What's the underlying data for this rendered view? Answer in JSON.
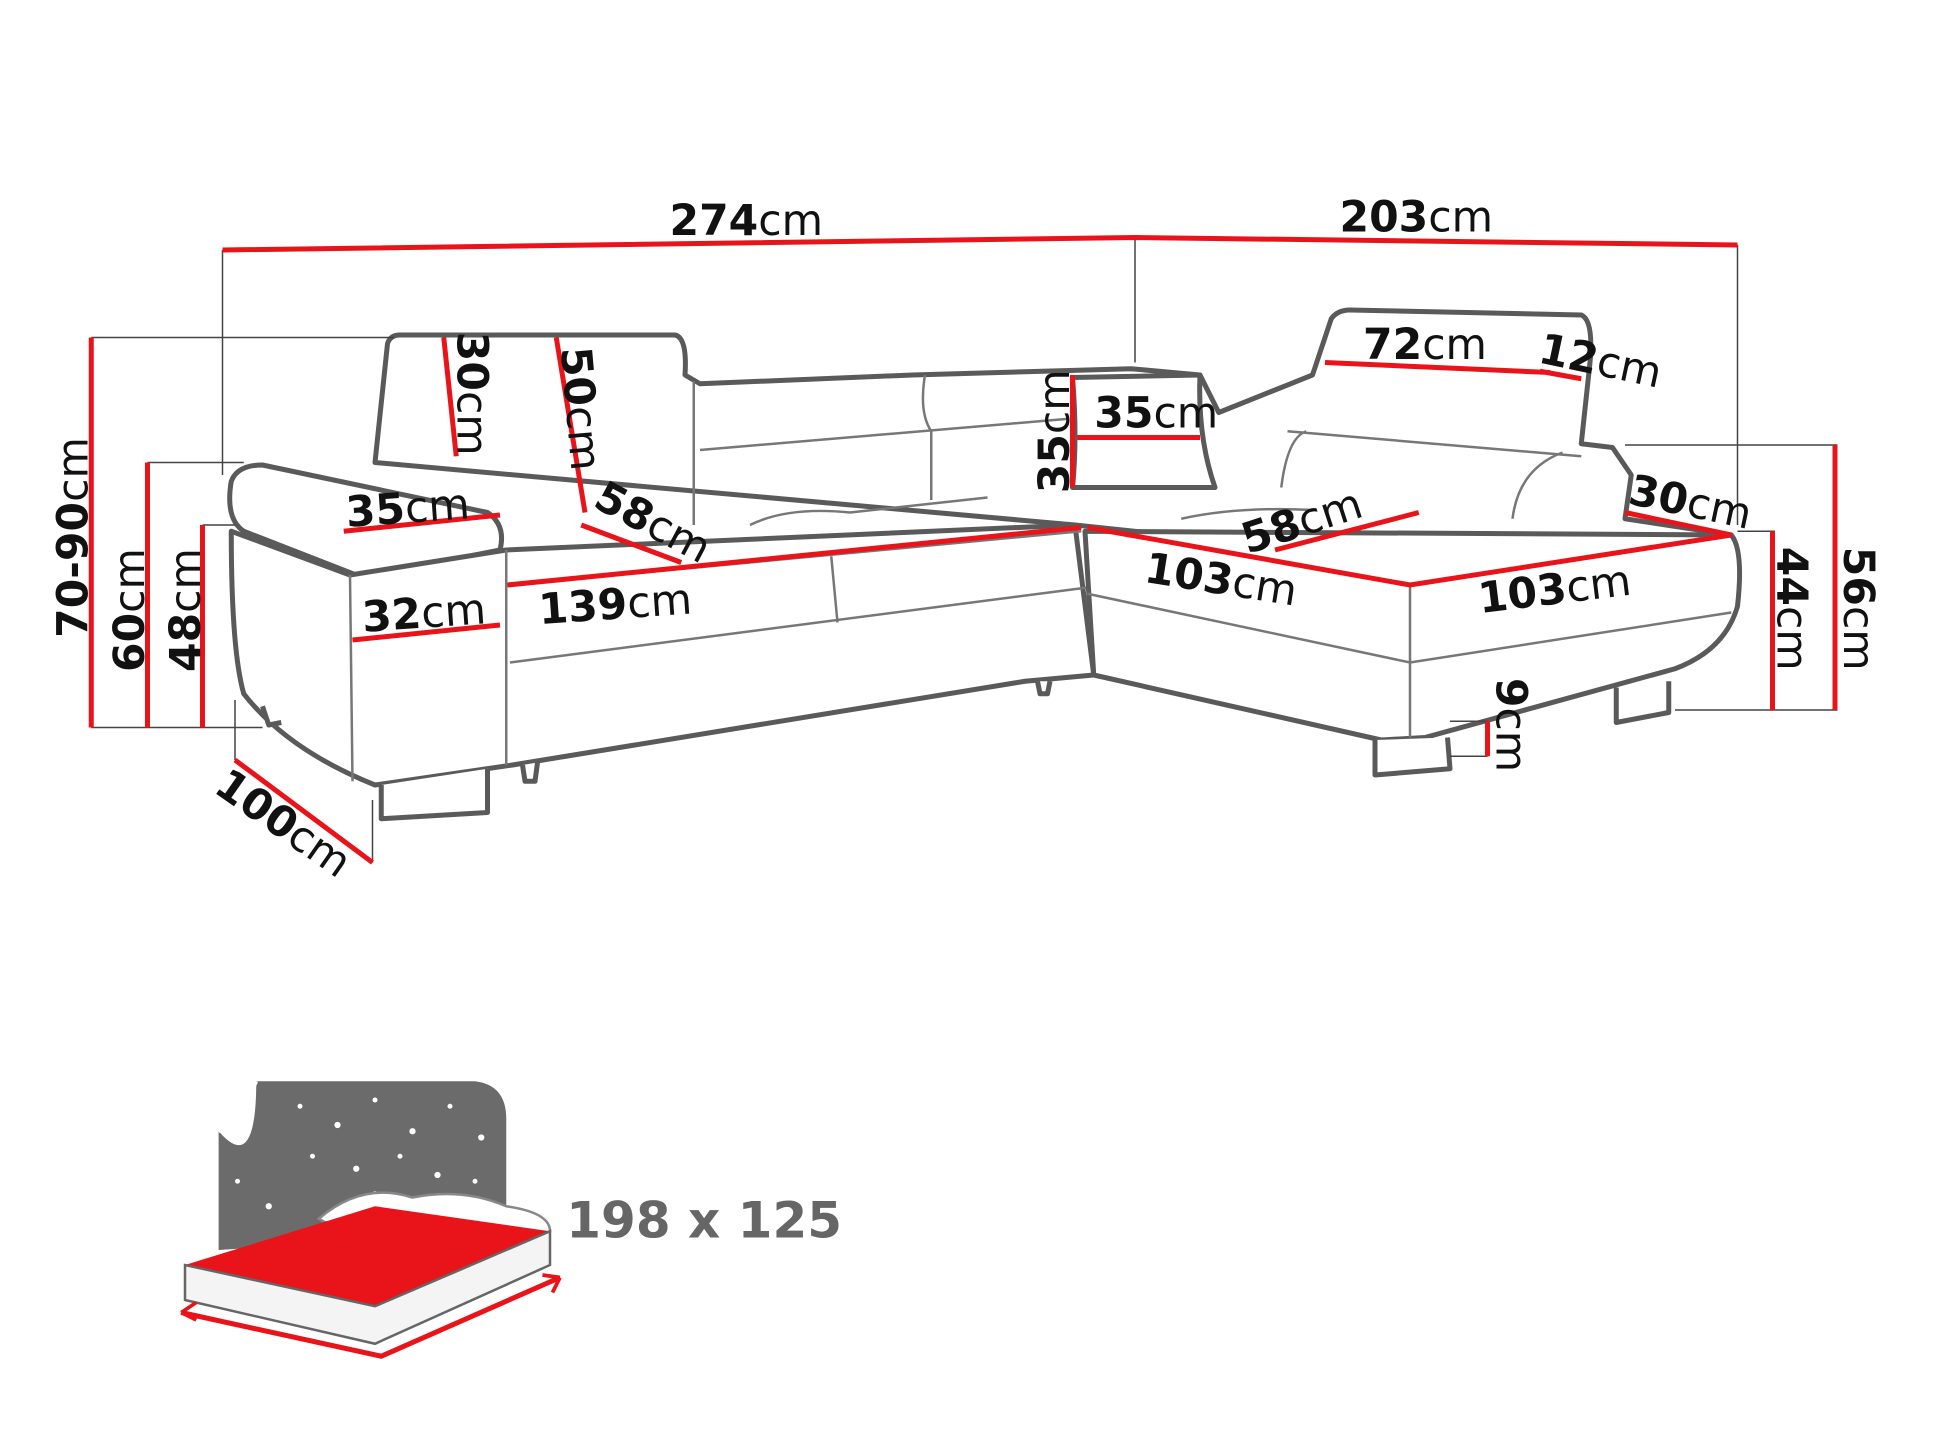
{
  "dimensions": {
    "total_width_left": {
      "num": "274",
      "unit": "cm"
    },
    "total_width_right": {
      "num": "203",
      "unit": "cm"
    },
    "height_headrest": {
      "num": "70-90",
      "unit": "cm"
    },
    "height_armrest": {
      "num": "60",
      "unit": "cm"
    },
    "height_seat": {
      "num": "48",
      "unit": "cm"
    },
    "depth": {
      "num": "100",
      "unit": "cm"
    },
    "headrest_height": {
      "num": "30",
      "unit": "cm"
    },
    "backrest_height": {
      "num": "50",
      "unit": "cm"
    },
    "armrest_width": {
      "num": "35",
      "unit": "cm"
    },
    "seat_depth": {
      "num": "58",
      "unit": "cm"
    },
    "armrest_side": {
      "num": "32",
      "unit": "cm"
    },
    "seat_width": {
      "num": "139",
      "unit": "cm"
    },
    "pillow_height": {
      "num": "35",
      "unit": "cm"
    },
    "pillow_width": {
      "num": "35",
      "unit": "cm"
    },
    "headrest_width": {
      "num": "72",
      "unit": "cm"
    },
    "headrest_depth": {
      "num": "12",
      "unit": "cm"
    },
    "chaise_armrest": {
      "num": "30",
      "unit": "cm"
    },
    "chaise_seat_depth": {
      "num": "58",
      "unit": "cm"
    },
    "chaise_front_left": {
      "num": "103",
      "unit": "cm"
    },
    "chaise_front_right": {
      "num": "103",
      "unit": "cm"
    },
    "chaise_seat_height": {
      "num": "44",
      "unit": "cm"
    },
    "chaise_arm_height": {
      "num": "56",
      "unit": "cm"
    },
    "leg_height": {
      "num": "9",
      "unit": "cm"
    }
  },
  "bed": {
    "size": "198 x 125",
    "icon": "sleep-function-icon"
  },
  "colors": {
    "dimension_line": "#e8141a",
    "outline": "#5a5a5a",
    "bed_panel": "#6b6b6b"
  }
}
